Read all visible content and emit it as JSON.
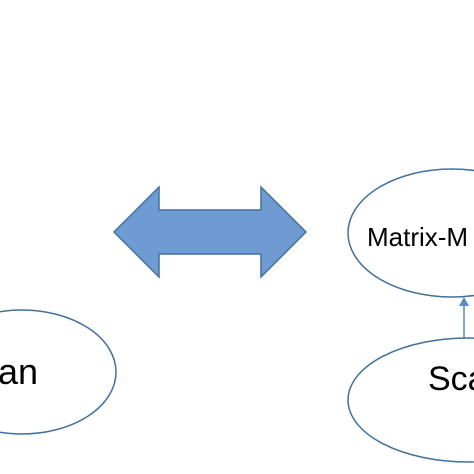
{
  "nodes": {
    "left_bottom": {
      "label": "an"
    },
    "right_top": {
      "label": "Matrix-M"
    },
    "right_bottom": {
      "label": "Sca"
    }
  },
  "colors": {
    "node_stroke": "#41719C",
    "arrow_fill": "#6F9BD3",
    "arrow_stroke": "#41719C",
    "connector": "#5B8BC6",
    "text": "#000000",
    "background": "#ffffff"
  },
  "shapes": {
    "double_arrow": "left-right-arrow",
    "connector_arrow": "up-arrow"
  }
}
